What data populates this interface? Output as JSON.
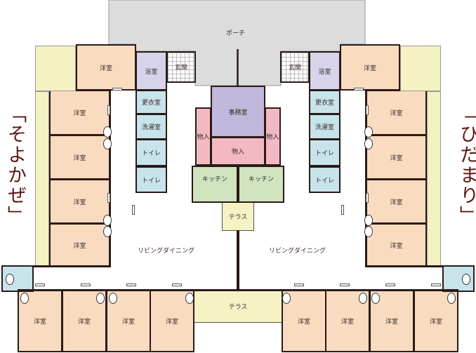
{
  "porch": "ポーチ",
  "wings": [
    {
      "name": "「そよかぜ」"
    },
    {
      "name": "「ひだまり」"
    }
  ],
  "rooms": {
    "western": "洋室",
    "bath": "浴室",
    "entrance": "玄関",
    "dressing": "更衣室",
    "laundry": "洗濯室",
    "toilet": "トイレ",
    "office": "事務室",
    "storage": "物入",
    "kitchen": "キッチン",
    "terrace": "テラス",
    "living": "リビングダイニング"
  },
  "colors": {
    "western_room": "#f9dcc0",
    "closet": "#f0b5bf",
    "wet_area": "#c7e4ea",
    "office": "#c2b8dc",
    "kitchen": "#cfe4bf",
    "terrace": "#f5f2c4",
    "porch": "#dcdcdc",
    "wing_label": "#5a1a12"
  }
}
